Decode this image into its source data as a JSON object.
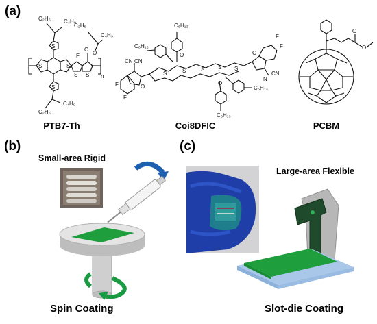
{
  "panels": {
    "a": {
      "label": "(a)"
    },
    "b": {
      "label": "(b)"
    },
    "c": {
      "label": "(c)"
    }
  },
  "molecules": [
    {
      "name": "PTB7-Th"
    },
    {
      "name": "Coi8DFIC"
    },
    {
      "name": "PCBM"
    }
  ],
  "atoms": {
    "S": "S",
    "F": "F",
    "O": "O",
    "N": "N",
    "CN": "CN",
    "n": "n",
    "C2H5": "C₂H₅",
    "C4H9": "C₄H₉",
    "C6H13": "C₆H₁₃"
  },
  "panel_b": {
    "title": "Small-area Rigid",
    "caption": "Spin Coating"
  },
  "panel_c": {
    "title": "Large-area Flexible",
    "caption": "Slot-die Coating"
  },
  "colors": {
    "film_green": "#1e9e3c",
    "substrate_blue": "#a9c7e8",
    "arrow_blue": "#1f5fb0",
    "arrow_green": "#1a9a42",
    "gray": "#c9c9c9"
  }
}
